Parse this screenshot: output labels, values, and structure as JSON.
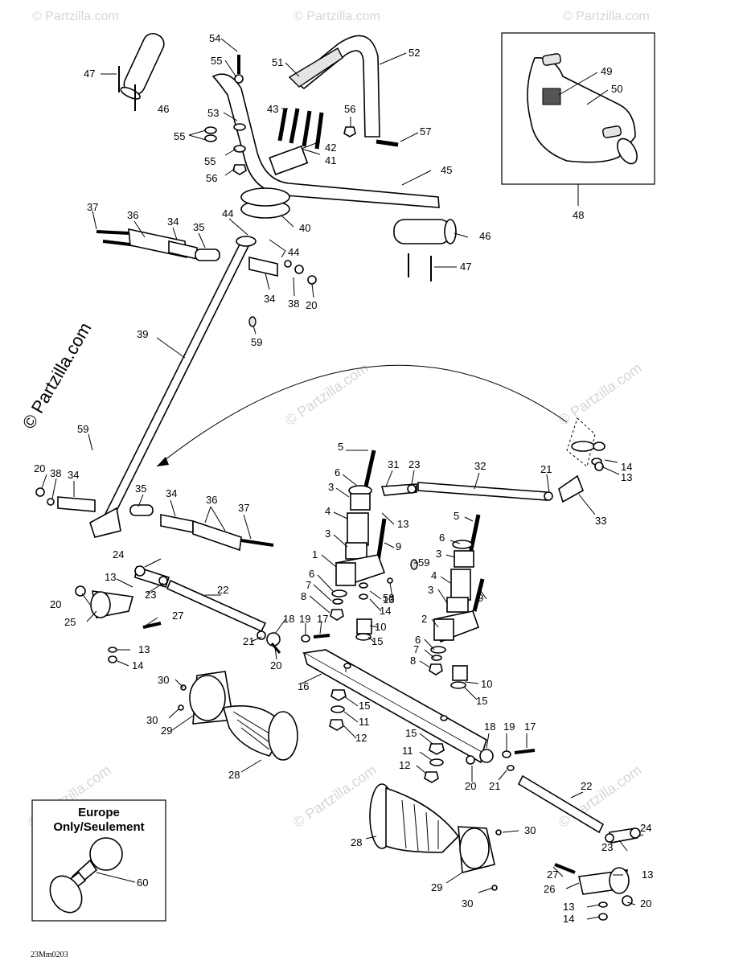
{
  "watermark": {
    "main": "© Partzilla.com",
    "repeat": "© Partzilla.com"
  },
  "inset_europe": {
    "title_line1": "Europe",
    "title_line2": "Only/Seulement",
    "part_label": "60"
  },
  "inset_pad": {
    "labels": [
      "49",
      "50"
    ],
    "callout": "48"
  },
  "drawing_code": "23Mm0203",
  "callouts": [
    "54",
    "55",
    "52",
    "51",
    "47",
    "46",
    "53",
    "55",
    "56",
    "57",
    "43",
    "55",
    "42",
    "41",
    "56",
    "45",
    "37",
    "36",
    "34",
    "35",
    "44",
    "40",
    "44",
    "46",
    "47",
    "34",
    "38",
    "20",
    "59",
    "39",
    "5",
    "31",
    "23",
    "32",
    "21",
    "14",
    "13",
    "33",
    "59",
    "20",
    "38",
    "34",
    "35",
    "34",
    "36",
    "37",
    "6",
    "3",
    "4",
    "13",
    "3",
    "9",
    "1",
    "6",
    "7",
    "8",
    "24",
    "13",
    "23",
    "22",
    "20",
    "25",
    "5",
    "6",
    "3",
    "4",
    "3",
    "2",
    "6",
    "7",
    "8",
    "9",
    "59",
    "58",
    "13",
    "14",
    "10",
    "15",
    "27",
    "21",
    "18",
    "19",
    "17",
    "20",
    "13",
    "14",
    "16",
    "10",
    "15",
    "30",
    "30",
    "29",
    "28",
    "15",
    "11",
    "12",
    "18",
    "19",
    "17",
    "15",
    "11",
    "12",
    "20",
    "21",
    "22",
    "24",
    "23",
    "28",
    "30",
    "13",
    "29",
    "27",
    "26",
    "13",
    "14",
    "20",
    "30"
  ]
}
